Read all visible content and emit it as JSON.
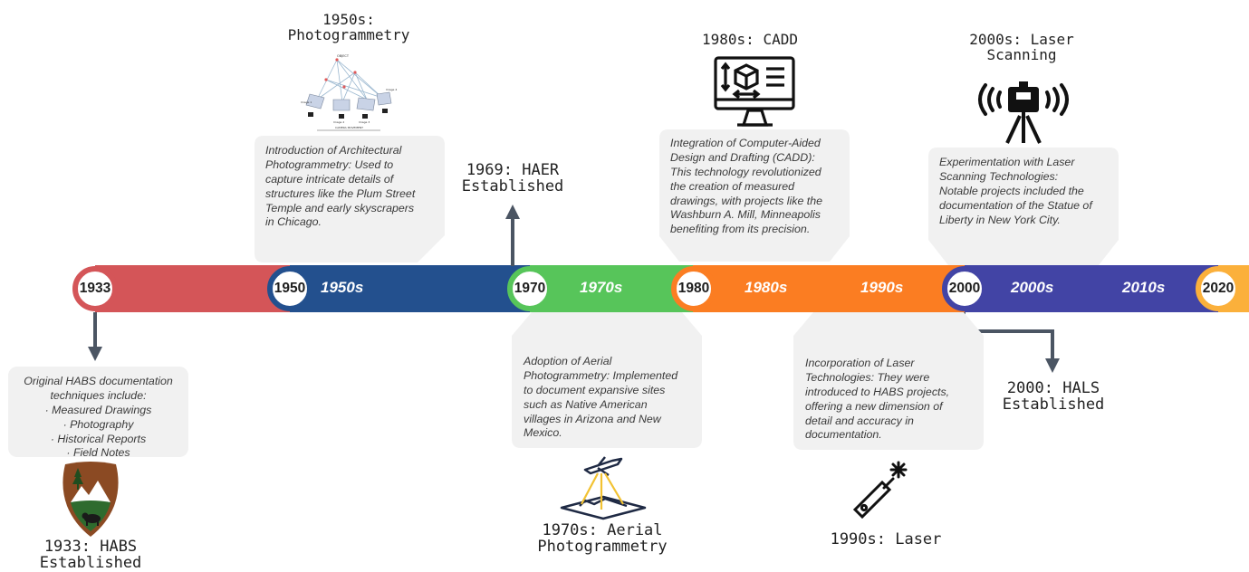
{
  "colors": {
    "red": "#d45558",
    "blue": "#23508e",
    "green": "#57c55a",
    "orange": "#fb7d22",
    "indigo": "#4244a5",
    "yellow": "#fbb03b",
    "card": "#f1f1f1",
    "arrow": "#4b5563"
  },
  "timeline": {
    "nodes": [
      "1933",
      "1950",
      "1970",
      "1980",
      "2000",
      "2020"
    ],
    "segment_labels": [
      "1950s",
      "1970s",
      "1980s",
      "1990s",
      "2000s",
      "2010s"
    ]
  },
  "milestones": {
    "habs": {
      "line1": "1933: HABS",
      "line2": "Established",
      "icon": "nps-arrowhead-icon"
    },
    "haer": {
      "line1": "1969: HAER",
      "line2": "Established"
    },
    "hals": {
      "line1": "2000: HALS",
      "line2": "Established"
    },
    "photogrammetry": {
      "line1": "1950s:",
      "line2": "Photogrammetry",
      "icon": "photogrammetry-diagram-icon"
    },
    "cadd": {
      "line1": "1980s: CADD",
      "icon": "computer-cad-icon"
    },
    "laser_scanning": {
      "line1": "2000s: Laser",
      "line2": "Scanning",
      "icon": "laser-scanner-icon"
    },
    "aerial": {
      "line1": "1970s: Aerial",
      "line2": "Photogrammetry",
      "icon": "aerial-drone-icon"
    },
    "laser": {
      "line1": "1990s: Laser",
      "icon": "laser-pointer-icon"
    }
  },
  "cards": {
    "habs": [
      "Original HABS documentation",
      "techniques include:",
      "· Measured Drawings",
      "· Photography",
      "· Historical Reports",
      "· Field Notes"
    ],
    "photogrammetry": [
      "Introduction of Architectural",
      "Photogrammetry: Used to",
      "capture intricate details of",
      "structures like the Plum Street",
      "Temple and early skyscrapers",
      "in Chicago."
    ],
    "cadd": [
      "Integration of Computer-Aided",
      "Design and Drafting (CADD):",
      "This technology revolutionized",
      "the creation of measured",
      "drawings, with projects like the",
      "Washburn A. Mill, Minneapolis",
      "benefiting from its precision."
    ],
    "laser_scanning": [
      "Experimentation with Laser",
      "Scanning Technologies:",
      "Notable projects included the",
      "documentation of the Statue of",
      "Liberty in New York City."
    ],
    "aerial": [
      "Adoption of Aerial",
      "Photogrammetry: Implemented",
      "to document expansive sites",
      "such as Native American",
      "villages in Arizona and New",
      "Mexico."
    ],
    "laser": [
      "Incorporation of Laser",
      "Technologies: They were",
      "introduced to HABS projects,",
      "offering a new dimension of",
      "detail and accuracy in",
      "documentation."
    ]
  },
  "photogrammetry_diagram_labels": [
    "OBJECT",
    "Image 1",
    "Image 2",
    "Image 3",
    "Image 4",
    "CAMERA MOVEMENT"
  ]
}
